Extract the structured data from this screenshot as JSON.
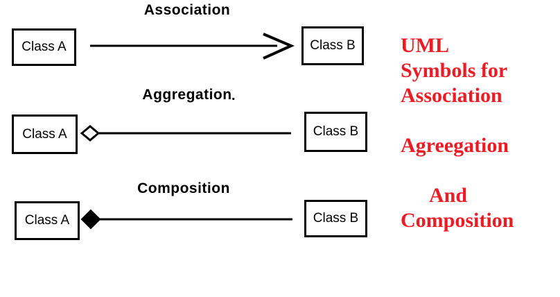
{
  "title": "UML relationship symbols diagram",
  "canvas": {
    "background": "#ffffff"
  },
  "colors": {
    "ink": "#000000",
    "note_red": "#ed1c24"
  },
  "rows": [
    {
      "title": "Association",
      "left_class": "Class A",
      "right_class": "Class B",
      "connector": "open-arrowhead-line"
    },
    {
      "title": "Aggregation",
      "stray_dot": ".",
      "left_class": "Class A",
      "right_class": "Class B",
      "connector": "hollow-diamond-line"
    },
    {
      "title": "Composition",
      "left_class": "Class A",
      "right_class": "Class B",
      "connector": "filled-diamond-line"
    }
  ],
  "side_note": {
    "color": "#ed1c24",
    "lines": [
      "UML",
      "Symbols for",
      "Association",
      "",
      "Agreegation",
      "",
      "And",
      "Composition"
    ]
  }
}
